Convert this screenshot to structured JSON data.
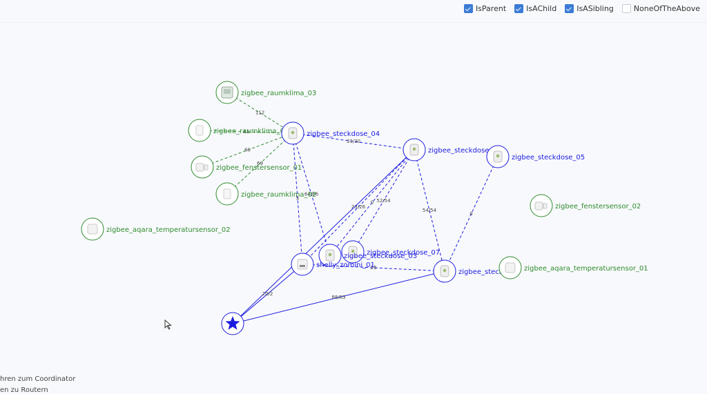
{
  "filters": [
    {
      "label": "IsParent",
      "checked": true
    },
    {
      "label": "IsAChild",
      "checked": true
    },
    {
      "label": "IsASibling",
      "checked": true
    },
    {
      "label": "NoneOfTheAbove",
      "checked": false
    }
  ],
  "colors": {
    "router": "#1a1ae0",
    "enddevice": "#2e8b2e",
    "coordinator": "#1a1ae0"
  },
  "nodes": [
    {
      "id": "coord",
      "label": "",
      "type": "coordinator",
      "icon": "star-icon"
    },
    {
      "id": "r_kl3",
      "label": "zigbee_raumklima_03",
      "type": "enddevice",
      "icon": "thermometer-display-icon"
    },
    {
      "id": "r_kl1",
      "label": "zigbee_raumklima_01",
      "type": "enddevice",
      "icon": "sensor-icon"
    },
    {
      "id": "fs1",
      "label": "zigbee_fenstersensor_01",
      "type": "enddevice",
      "icon": "door-sensor-icon"
    },
    {
      "id": "r_kl2",
      "label": "zigbee_raumklima_02",
      "type": "enddevice",
      "icon": "sensor-icon"
    },
    {
      "id": "aq2",
      "label": "zigbee_aqara_temperatursensor_02",
      "type": "enddevice",
      "icon": "temp-sensor-icon"
    },
    {
      "id": "sd4",
      "label": "zigbee_steckdose_04",
      "type": "router",
      "icon": "plug-icon"
    },
    {
      "id": "sd0",
      "label": "zigbee_steckdose_0",
      "type": "router",
      "icon": "plug-icon"
    },
    {
      "id": "sd5",
      "label": "zigbee_steckdose_05",
      "type": "router",
      "icon": "plug-icon"
    },
    {
      "id": "fs2",
      "label": "zigbee_fenstersensor_02",
      "type": "enddevice",
      "icon": "door-sensor-icon"
    },
    {
      "id": "sd7",
      "label": "zigbee_steckdose_07",
      "type": "router",
      "icon": "plug-icon"
    },
    {
      "id": "sd3",
      "label": "zigbee_steckdose_03",
      "type": "router",
      "icon": "plug-icon"
    },
    {
      "id": "shelly",
      "label": "shelly_zomini_01",
      "type": "router",
      "icon": "relay-icon"
    },
    {
      "id": "sdx",
      "label": "zigbee_stecko",
      "type": "router",
      "icon": "plug-icon"
    },
    {
      "id": "aq1",
      "label": "zigbee_aqara_temperatursensor_01",
      "type": "enddevice",
      "icon": "temp-sensor-icon"
    }
  ],
  "edges": [
    {
      "from": "r_kl3",
      "to": "sd4",
      "label": "112",
      "style": "dashed",
      "color": "enddevice"
    },
    {
      "from": "r_kl1",
      "to": "sd4",
      "label": "42",
      "style": "dashed",
      "color": "enddevice"
    },
    {
      "from": "fs1",
      "to": "sd4",
      "label": "60",
      "style": "dashed",
      "color": "enddevice"
    },
    {
      "from": "r_kl2",
      "to": "sd4",
      "label": "69",
      "style": "dashed",
      "color": "enddevice"
    },
    {
      "from": "sd4",
      "to": "sd0",
      "label": "33/30",
      "style": "dashed",
      "color": "router"
    },
    {
      "from": "sd4",
      "to": "sd3",
      "label": "64/66",
      "style": "dashed",
      "color": "router"
    },
    {
      "from": "sd4",
      "to": "shelly",
      "label": "5",
      "style": "dashed",
      "color": "router"
    },
    {
      "from": "sd0",
      "to": "sd7",
      "label": "52/54",
      "style": "dashed",
      "color": "router"
    },
    {
      "from": "sd0",
      "to": "sd3",
      "label": "0",
      "style": "dashed",
      "color": "router"
    },
    {
      "from": "sd0",
      "to": "shelly",
      "label": "23/26",
      "style": "dashed",
      "color": "router"
    },
    {
      "from": "sd0",
      "to": "sdx",
      "label": "54/54",
      "style": "dashed",
      "color": "router"
    },
    {
      "from": "sd5",
      "to": "sdx",
      "label": "0",
      "style": "dashed",
      "color": "router"
    },
    {
      "from": "shelly",
      "to": "sdx",
      "label": "26",
      "style": "dashed",
      "color": "router"
    },
    {
      "from": "coord",
      "to": "sd0",
      "label": "",
      "style": "solid",
      "color": "router"
    },
    {
      "from": "coord",
      "to": "shelly",
      "label": "20/2",
      "style": "solid",
      "color": "router"
    },
    {
      "from": "coord",
      "to": "sdx",
      "label": "88/83",
      "style": "solid",
      "color": "router"
    }
  ],
  "footer": {
    "line1": "hren zum Coordinator",
    "line2": "en zu Routern"
  }
}
